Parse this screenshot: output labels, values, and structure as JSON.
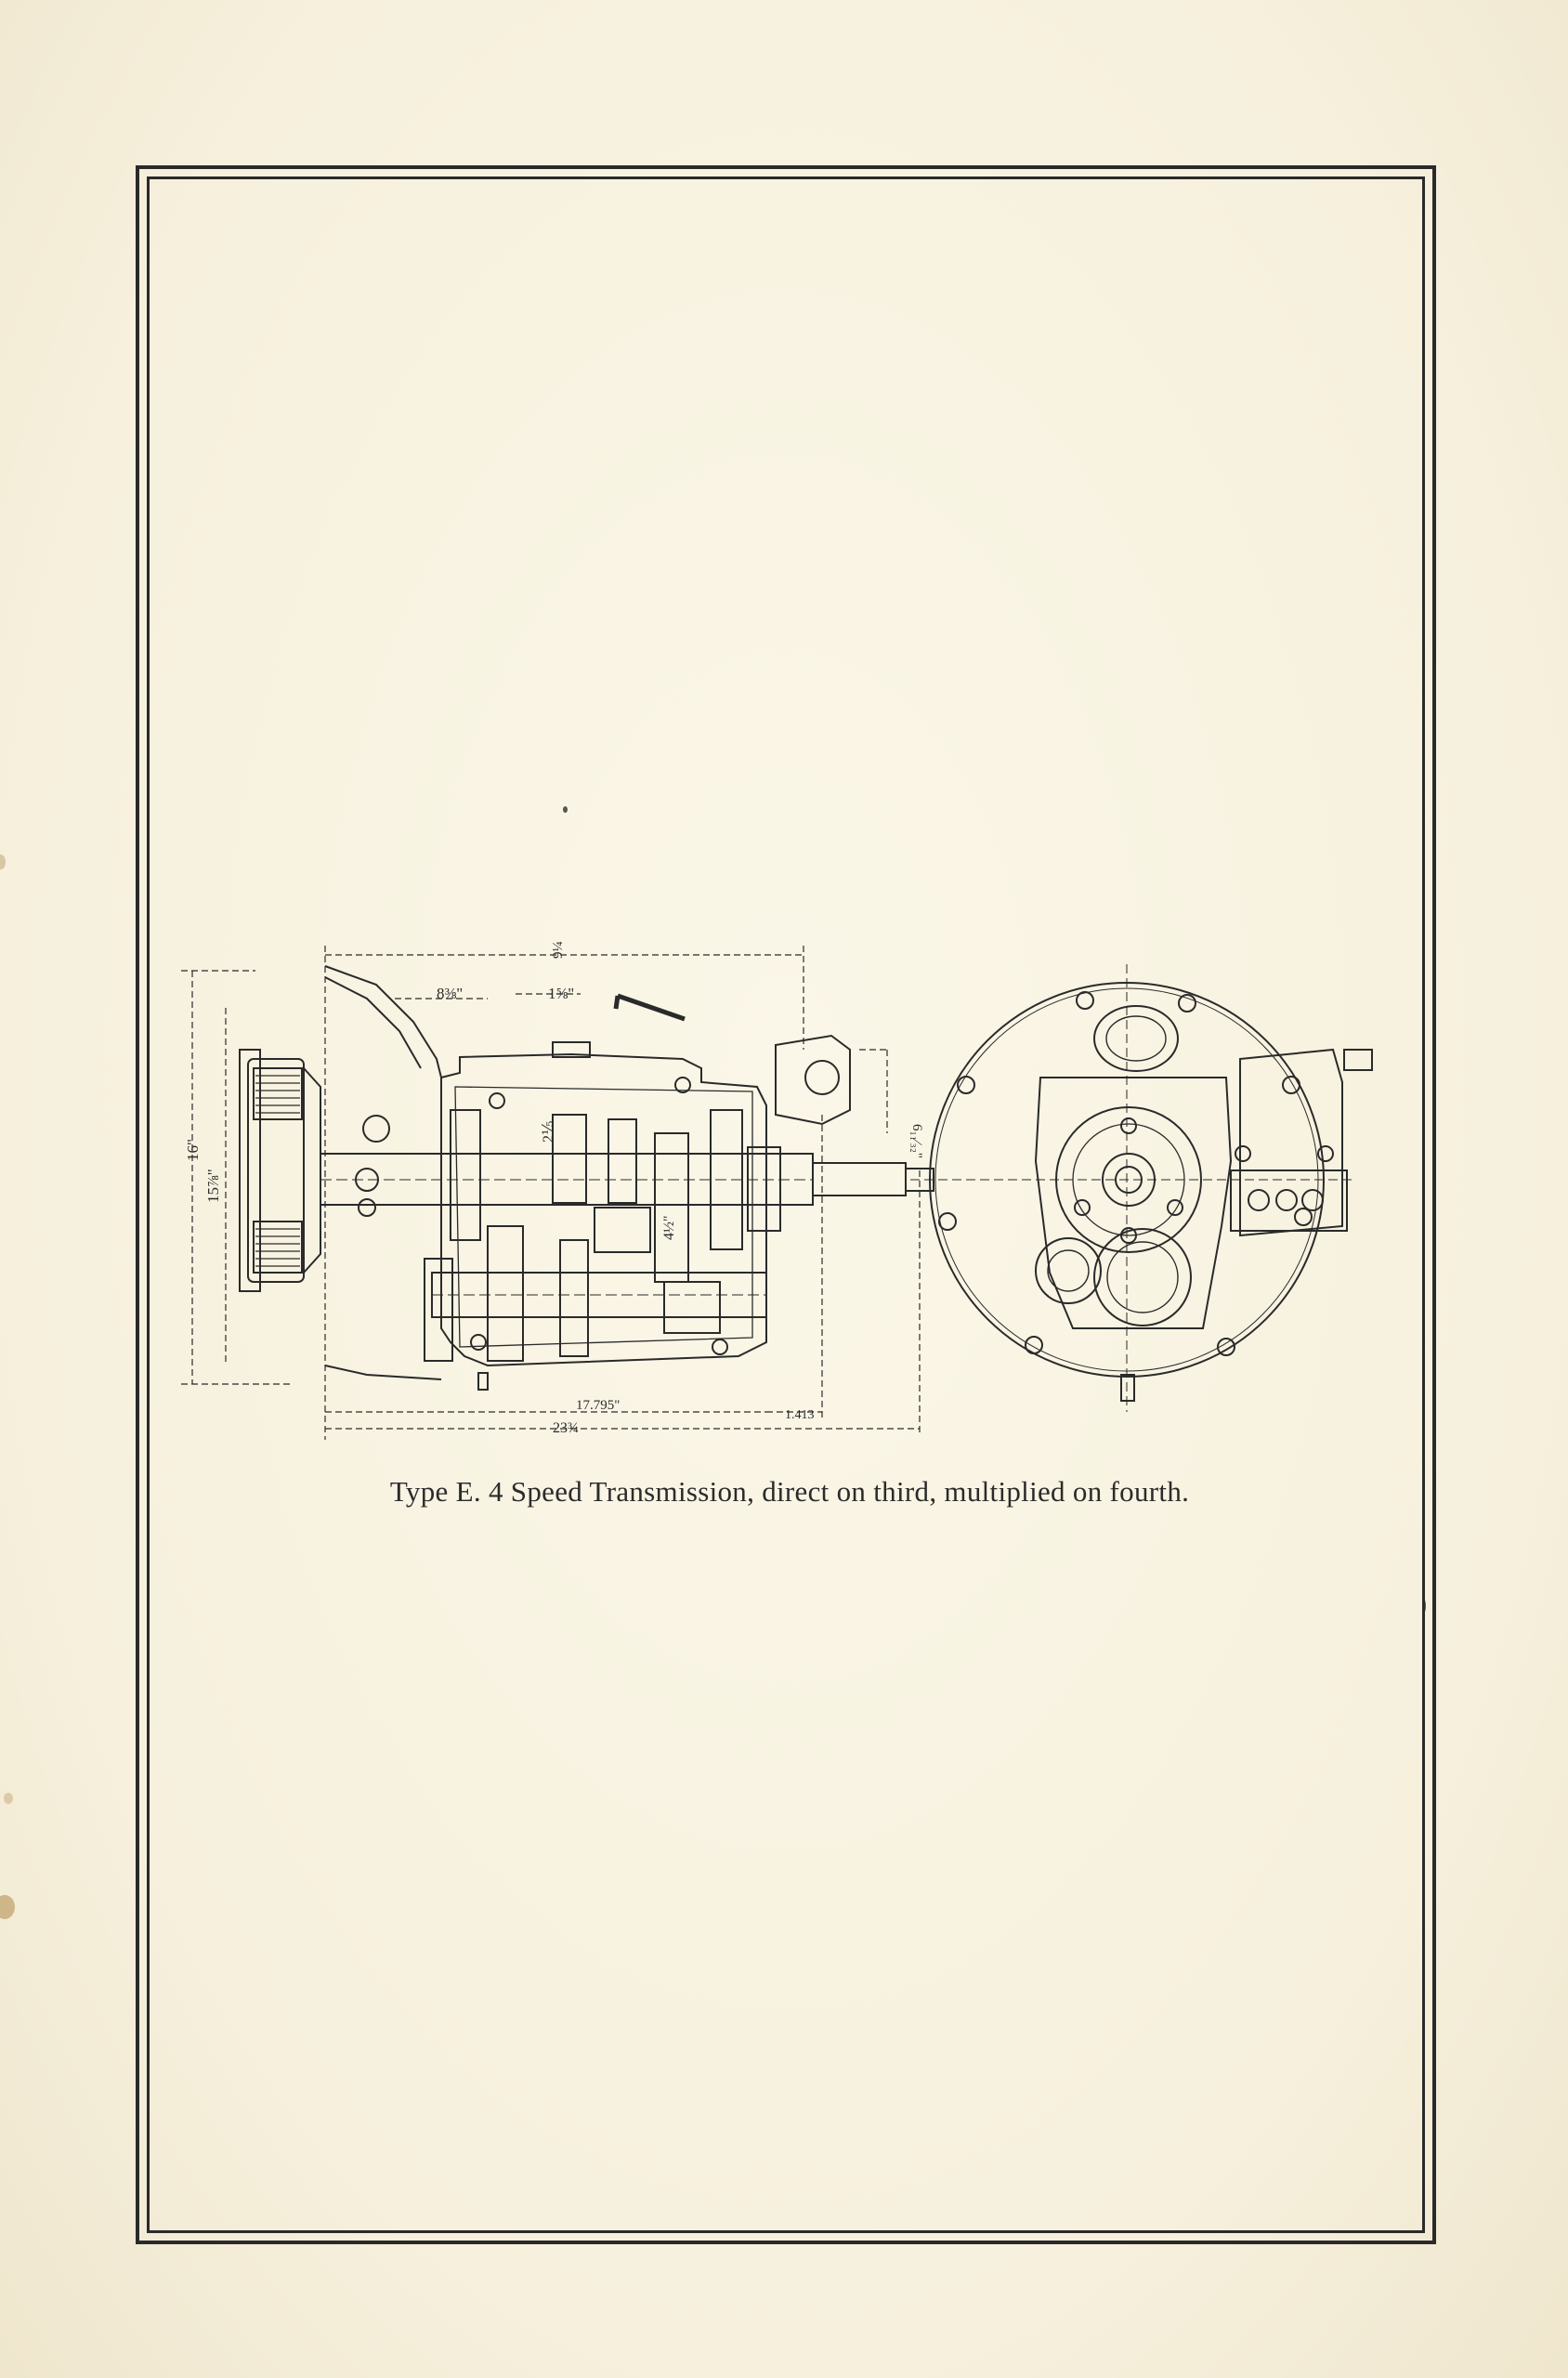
{
  "figure": {
    "caption": "Type E. 4 Speed Transmission, direct on third, multiplied on fourth.",
    "dimensions": {
      "top_length": "9¼",
      "upper_a": "8⅜\"",
      "upper_b": "1⅝\"",
      "height_outer": "16\"",
      "height_inner": "15⅞\"",
      "shaft_a": "2⅕",
      "shaft_b": "4½\"",
      "bracket_height": "6₁₁⁄₃₂\"",
      "bottom_a": "17.795\"",
      "bottom_b": "1.413",
      "bottom_total": "23¾"
    }
  }
}
